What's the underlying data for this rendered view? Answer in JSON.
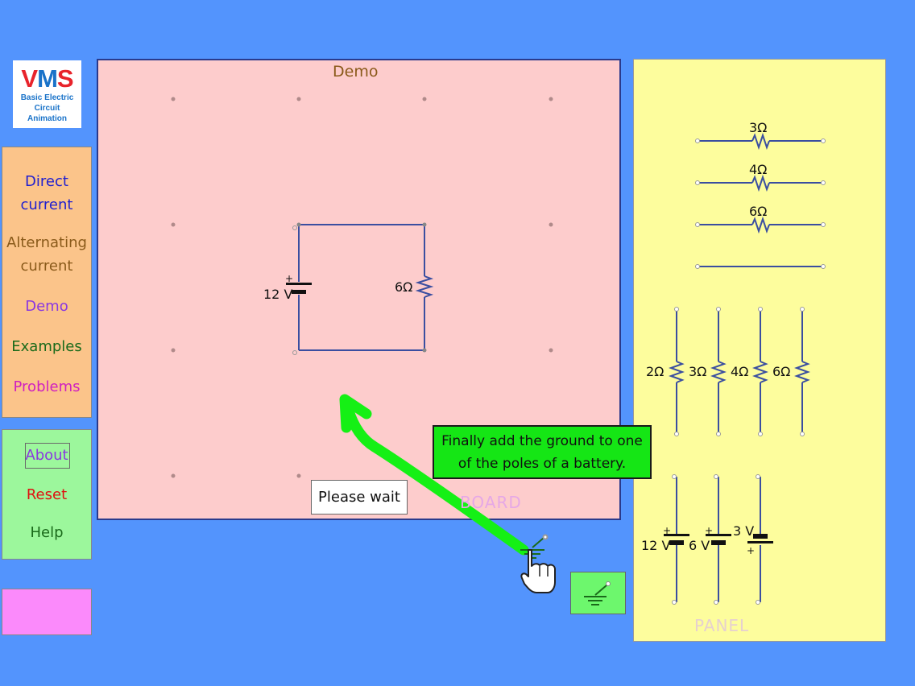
{
  "logo": {
    "title_v": "V",
    "title_m": "M",
    "title_s": "S",
    "line1": "Basic Electric",
    "line2": "Circuit",
    "line3": "Animation"
  },
  "menu": {
    "direct_1": "Direct",
    "direct_2": "current",
    "alternating_1": "Alternating",
    "alternating_2": "current",
    "demo": "Demo",
    "examples": "Examples",
    "problems": "Problems"
  },
  "actions": {
    "about": "About",
    "reset": "Reset",
    "help": "Help"
  },
  "board": {
    "title": "Demo",
    "label": "BOARD"
  },
  "panel": {
    "label": "PANEL"
  },
  "circuit": {
    "battery_label": "12 V",
    "battery_plus": "+",
    "resistor_label": "6Ω"
  },
  "panel_items": {
    "h_res_1": "3Ω",
    "h_res_2": "4Ω",
    "h_res_3": "6Ω",
    "v_res_1": "2Ω",
    "v_res_2": "3Ω",
    "v_res_3": "4Ω",
    "v_res_4": "6Ω",
    "bat_1": "12 V",
    "bat_2": "6 V",
    "bat_3": "3 V",
    "plus": "+"
  },
  "hint": {
    "line1": "Finally add the ground to one",
    "line2": "of the poles of a battery."
  },
  "wait": {
    "text": "Please wait"
  },
  "colors": {
    "background": "#5394fd",
    "board": "#fdcccc",
    "panel": "#fdfd9d",
    "hint": "#15e615",
    "arrow": "#15f015",
    "wire": "#3a4ea0"
  }
}
